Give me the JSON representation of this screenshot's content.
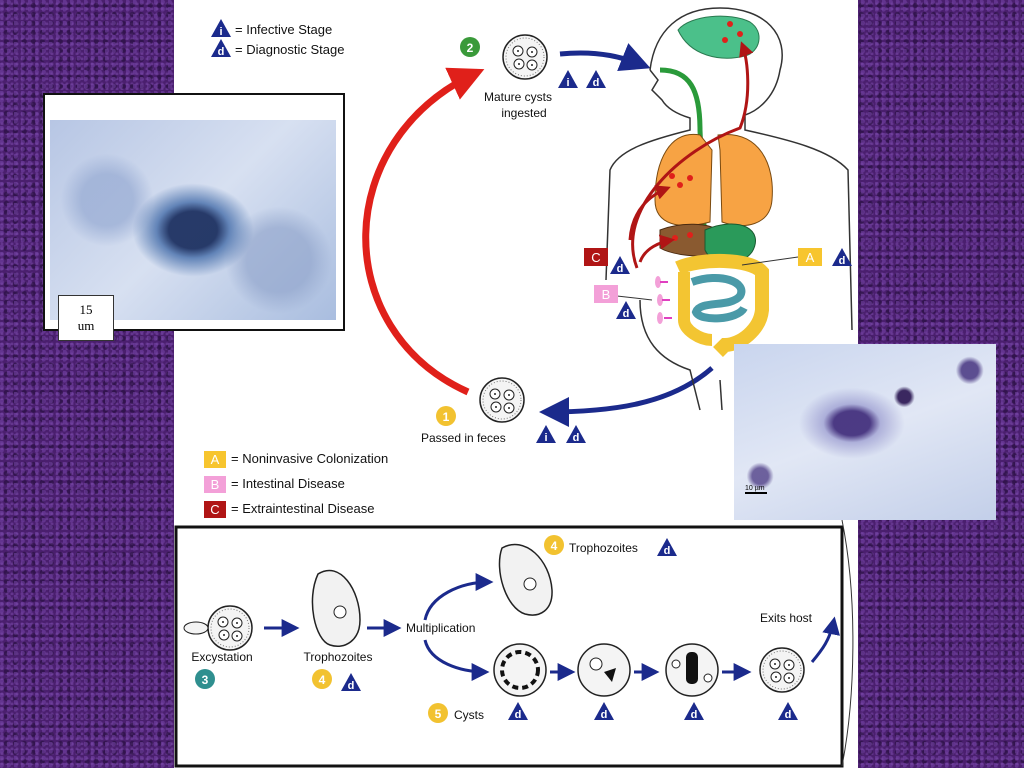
{
  "legend_stage": {
    "infective_icon": "i",
    "infective_label": "= Infective Stage",
    "diagnostic_icon": "d",
    "diagnostic_label": "= Diagnostic Stage"
  },
  "cycle": {
    "step1_number": "1",
    "step1_label": "Passed in feces",
    "step2_number": "2",
    "step2_label_line1": "Mature cysts",
    "step2_label_line2": "ingested",
    "marker_a": "A",
    "marker_b": "B",
    "marker_c": "C"
  },
  "legend_disease": {
    "a_letter": "A",
    "a_label": "= Noninvasive Colonization",
    "b_letter": "B",
    "b_label": "= Intestinal Disease",
    "c_letter": "C",
    "c_label": "= Extraintestinal Disease"
  },
  "detail": {
    "excystation_label": "Excystation",
    "step3_number": "3",
    "trophozoites_label": "Trophozoites",
    "step4_number": "4",
    "multiplication_label": "Multiplication",
    "trophozoites_top_label": "Trophozoites",
    "cysts_label": "Cysts",
    "step5_number": "5",
    "exits_label": "Exits host"
  },
  "photos": {
    "left_scale_line1": "15",
    "left_scale_line2": "um",
    "right_scale": "10 µm"
  },
  "colors": {
    "infective_blue": "#1b2a8c",
    "step_green": "#3a9a3a",
    "step_yellow": "#f2c230",
    "step_teal": "#2f8f8f",
    "marker_a": "#f7c52e",
    "marker_b": "#f3a0d8",
    "marker_c": "#b01515",
    "red_arrow": "#e0201a",
    "blue_arrow": "#1b2a8c"
  }
}
